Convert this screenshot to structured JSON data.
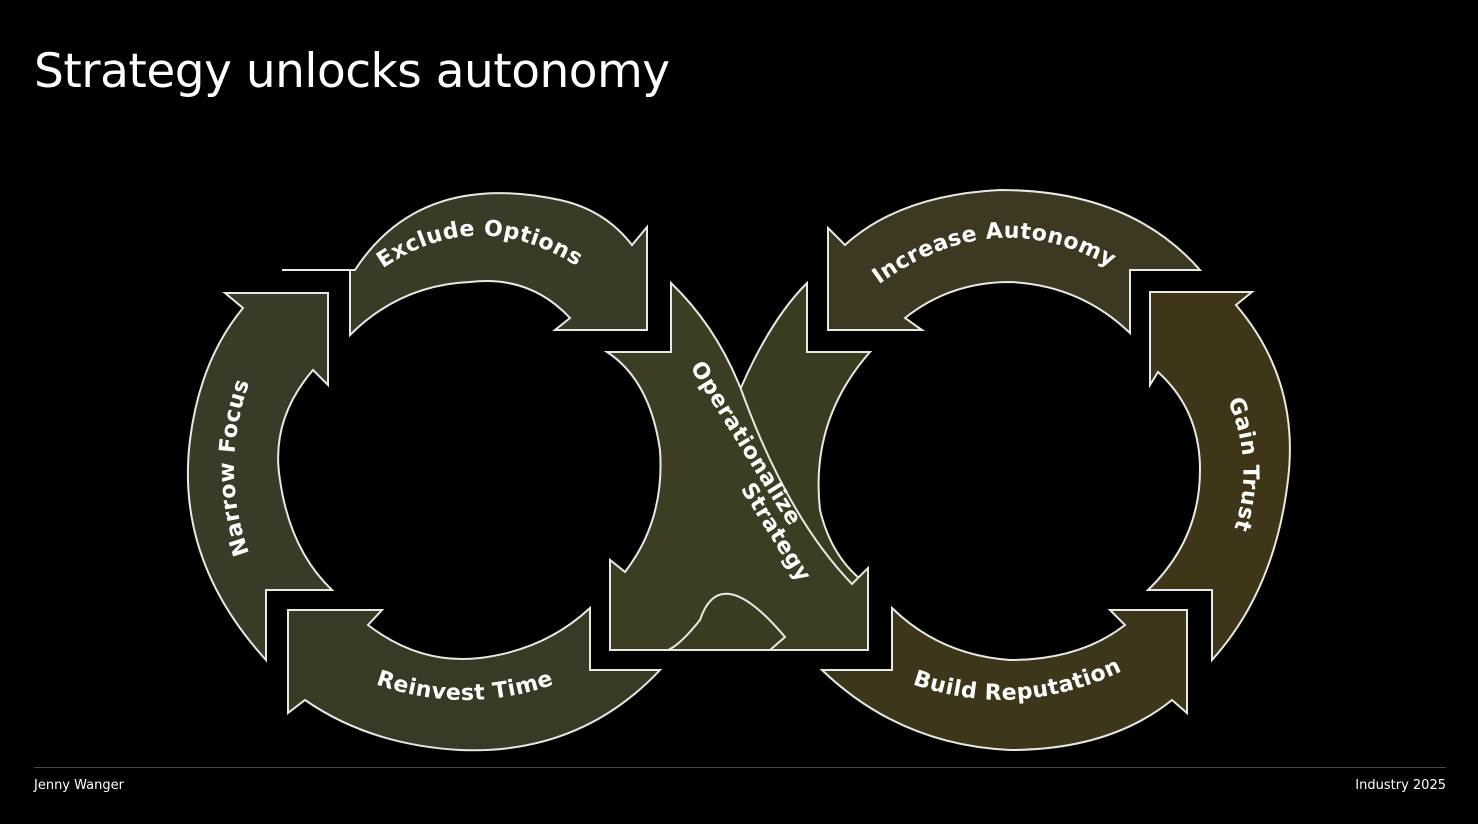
{
  "slide": {
    "title": "Strategy unlocks autonomy"
  },
  "diagram": {
    "steps": {
      "exclude_options": "Exclude Options",
      "narrow_focus": "Narrow Focus",
      "reinvest_time": "Reinvest Time",
      "operationalize_line1": "Operationalize",
      "operationalize_line2": "Strategy",
      "increase_autonomy": "Increase Autonomy",
      "gain_trust": "Gain Trust",
      "build_reputation": "Build Reputation"
    },
    "colors": {
      "left_fill": "#3a3b26",
      "center_fill": "#3c3c22",
      "right_fill": "#3d3519",
      "outline": "#e9e9e4"
    }
  },
  "footer": {
    "author": "Jenny Wanger",
    "event": "Industry 2025"
  }
}
